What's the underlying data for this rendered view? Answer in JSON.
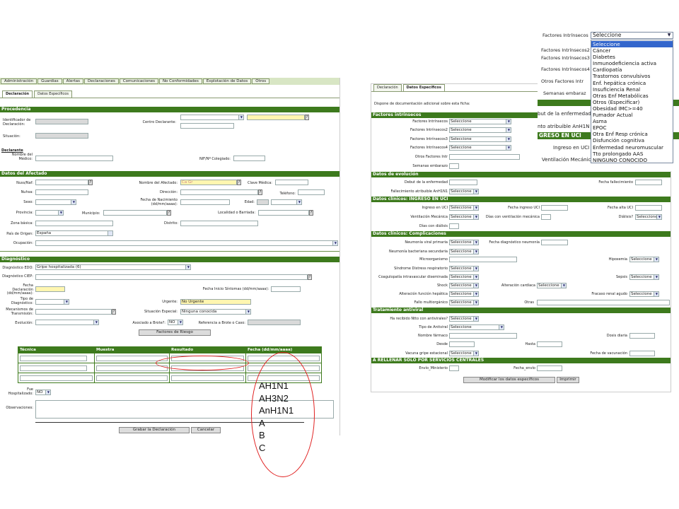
{
  "left": {
    "menu": [
      "Administración",
      "Guardias",
      "Alertas",
      "Declaraciones",
      "Comunicaciones",
      "No Conformidades",
      "Explotación de Datos",
      "Otros"
    ],
    "tabs": [
      "Declaración",
      "Datos Específicos"
    ],
    "sections": {
      "procedencia": "Procedencia",
      "afectado": "Datos del Afectado",
      "diagnostico": "Diagnóstico"
    },
    "labels": {
      "identificador": "Identificador de Declaración:",
      "situacion": "Situación:",
      "declarante": "Declarante",
      "nombre_medico": "Nombre del Médico:",
      "centro": "Centro Declarante:",
      "nif": "NIF/Nº Colegiado:",
      "nuss": "Nuss/Naf:",
      "nhusa": "Nuhsa:",
      "sexo": "Sexo:",
      "provincia": "Provincia:",
      "municipio": "Municipio:",
      "zona": "Zona básica:",
      "pais": "País de Origen:",
      "ocupacion": "Ocupación:",
      "nombre_afectado": "Nombre del Afectado:",
      "direccion": "Dirección:",
      "fecha_nac": "Fecha de Nacimiento (dd/mm/aaaa):",
      "localidad": "Localidad o Barriada:",
      "distrito": "Distrito:",
      "clave": "Clave Médica:",
      "telefono": "Teléfono:",
      "edad": "Edad:",
      "diag_edo": "Diagnóstico EDO:",
      "diag_ciep": "Diagnóstico CIEP:",
      "fecha_decl": "Fecha Declaración (dd/mm/aaaa):",
      "tipo_diag": "Tipo de Diagnóstico:",
      "mecanismos": "Mecanismos de Transmisión:",
      "evolucion": "Evolución:",
      "fecha_inicio": "Fecha Inicio Síntomas (dd/mm/aaaa):",
      "urgente": "Urgente:",
      "situacion_esp": "Situación Especial:",
      "asociado": "Asociado a Brote?:",
      "referencia": "Referencia a Brote o Caso:",
      "hospitalizado": "Fue Hospitalizado:",
      "observaciones": "Observaciones:"
    },
    "values": {
      "nombre_afectado": "Ca Gr",
      "pais": "España",
      "diag_edo": "Gripe hospitalizada (6)",
      "urgente": "No Urgente",
      "situacion_esp": "Ninguna conocida",
      "asociado": "NO",
      "hospitalizado": "NO"
    },
    "buttons": {
      "factores": "Factores de Riesgo",
      "grabar": "Grabar la Declaración",
      "cancelar": "Cancelar"
    },
    "table_headers": [
      "Técnica",
      "Muestra",
      "Resultado",
      "Fecha (dd/mm/aaaa)"
    ]
  },
  "annotation_list": [
    "AH1N1",
    "AH3N2",
    "AnH1N1",
    "A",
    "B",
    "C"
  ],
  "right": {
    "tabs": [
      "Declaración",
      "Datos Específicos"
    ],
    "doc_question": "Dispone de documentación adicional sobre esta ficha:",
    "sections": {
      "intrinsecos": "Factores intrínsecos",
      "evolucion": "Datos de evolución",
      "uci": "Datos clínicos: INGRESO EN UCI",
      "complicaciones": "Datos clínicos: Complicaciones",
      "antiviral": "Tratamiento antiviral",
      "centrales": "A RELLENAR SOLO POR SERVICIOS CENTRALES"
    },
    "rows": {
      "f1": "Factores Intrínsecos",
      "f2": "Factores Intrínsecos2",
      "f3": "Factores Intrínsecos3",
      "f4": "Factores Intrínsecos4",
      "otros": "Otros Factores Intr",
      "semanas": "Semanas embarazo",
      "debut": "Debut de la enfermedad",
      "fecha_fallec": "Fecha fallecimiento",
      "fallec_atrib": "Fallecimiento atribuible AnH1N1",
      "ingreso_uci": "Ingreso en UCI",
      "fecha_ingreso_uci": "Fecha ingreso UCI",
      "fecha_alta_uci": "Fecha alta UCI",
      "ventilacion": "Ventilación Mecánica",
      "dias_vent": "Días con ventilación mecánica",
      "dialisis": "Diálisis?",
      "dias_dialisis": "Días con diálisis",
      "neumonia_viral": "Neumonía viral primaria",
      "fecha_neumonia": "Fecha diagnóstico neumonía",
      "neumonia_bact": "Neumonía bacteriana secundaria",
      "microorg": "Microorganismo",
      "hipoxemia": "Hipoxemia",
      "distress": "Síndrome Distress respiratorio",
      "coagulopatia": "Coagulopatía intravascular diseminada",
      "sepsis": "Sepsis",
      "shock": "Shock",
      "alt_cardiaca": "Alteración cardíaca",
      "alt_hepatica": "Alteración función hepática",
      "fracaso_renal": "Fracaso renal agudo",
      "fallo_multi": "Fallo multiorgánico",
      "otras": "Otras",
      "antivirales": "Ha recibido Ntto con antivirales?",
      "tipo_antiviral": "Tipo de Antiviral",
      "nombre_farmaco": "Nombre fármaco",
      "dosis": "Dosis diaria",
      "desde": "Desde",
      "hasta": "Hasta",
      "vacuna": "Vacuna gripe estacional",
      "fecha_vac": "Fecha de vacunación",
      "envio_min": "Envío_Ministerio",
      "fecha_envio": "Fecha_envío"
    },
    "sel_value": "Seleccione",
    "buttons": {
      "modificar": "Modificar los datos específicos",
      "imprimir": "Imprimir"
    }
  },
  "zoom": {
    "header_label": "Factores Intrínsecos",
    "select_value": "Seleccione",
    "side_labels": [
      "Factores Intrínsecos2",
      "Factores Intrínsecos3",
      "Factores Intrínsecos4",
      "Otros Factores Intr",
      "Semanas embaraz"
    ],
    "behind": [
      "ón",
      "but de la enfermedad",
      "nto atribuible AnH1N",
      "GRESO EN UCI",
      "Ingreso en UCI",
      "Ventilación Mecánica"
    ],
    "options": [
      "Seleccione",
      "Cáncer",
      "Diabetes",
      "Inmunodeficiencia activa",
      "Cardiopatía",
      "Trastornos convulsivos",
      "Enf. hepática crónica",
      "Insuficiencia Renal",
      "Otras Enf Metabólicas",
      "Otros (Especificar)",
      "Obesidad IMC>=40",
      "Fumador Actual",
      "Asma",
      "EPOC",
      "Otra Enf Resp crónica",
      "Disfunción cognitiva",
      "Enfermedad neuromuscular",
      "Tto prolongado AAS",
      "NINGUNO CONOCIDO"
    ]
  }
}
